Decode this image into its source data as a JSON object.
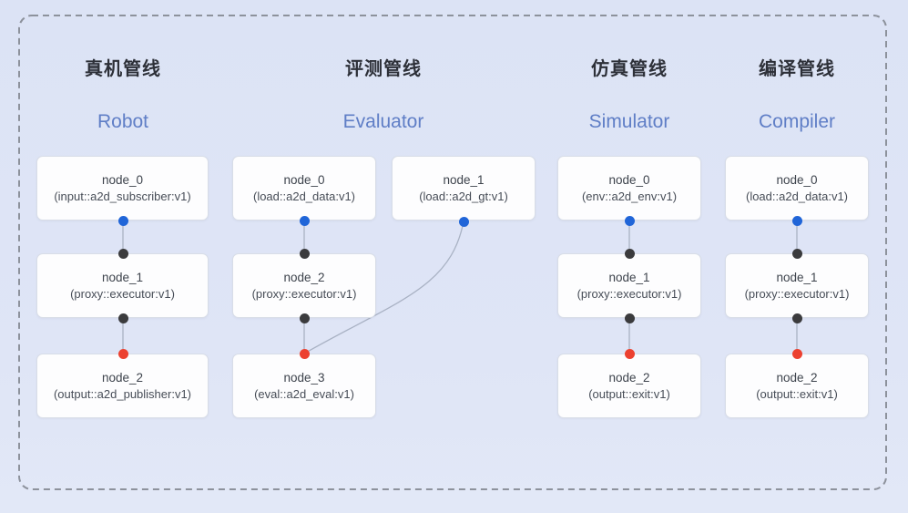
{
  "figure": {
    "pipelines": [
      {
        "title_zh": "真机管线",
        "title_en": "Robot",
        "nodes": [
          {
            "name": "node_0",
            "type": "(input::a2d_subscriber:v1)"
          },
          {
            "name": "node_1",
            "type": "(proxy::executor:v1)"
          },
          {
            "name": "node_2",
            "type": "(output::a2d_publisher:v1)"
          }
        ]
      },
      {
        "title_zh": "评测管线",
        "title_en": "Evaluator",
        "nodes": [
          {
            "name": "node_0",
            "type": "(load::a2d_data:v1)"
          },
          {
            "name": "node_1",
            "type": "(load::a2d_gt:v1)"
          },
          {
            "name": "node_2",
            "type": "(proxy::executor:v1)"
          },
          {
            "name": "node_3",
            "type": "(eval::a2d_eval:v1)"
          }
        ]
      },
      {
        "title_zh": "仿真管线",
        "title_en": "Simulator",
        "nodes": [
          {
            "name": "node_0",
            "type": "(env::a2d_env:v1)"
          },
          {
            "name": "node_1",
            "type": "(proxy::executor:v1)"
          },
          {
            "name": "node_2",
            "type": "(output::exit:v1)"
          }
        ]
      },
      {
        "title_zh": "编译管线",
        "title_en": "Compiler",
        "nodes": [
          {
            "name": "node_0",
            "type": "(load::a2d_data:v1)"
          },
          {
            "name": "node_1",
            "type": "(proxy::executor:v1)"
          },
          {
            "name": "node_2",
            "type": "(output::exit:v1)"
          }
        ]
      }
    ],
    "colors": {
      "background": "#dee5f6",
      "node_fill": "#fdfdfe",
      "node_border": "#d8dde7",
      "title_zh": "#2d3038",
      "title_en": "#5f7ec6",
      "dot_output_blue": "#2065d8",
      "dot_intermediate_black": "#3b3b3d",
      "dot_final_red": "#ec4130",
      "connector_line": "#a9b2c4",
      "dashed_border": "#8d929c"
    }
  }
}
